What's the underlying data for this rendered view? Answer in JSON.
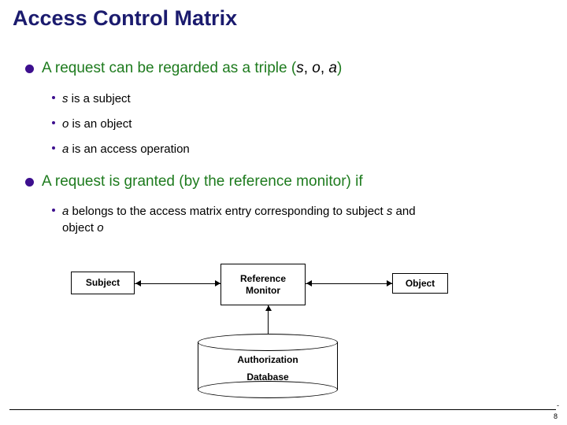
{
  "slide": {
    "title": "Access Control Matrix",
    "bullets": [
      {
        "level1_prefix": "A request can be regarded as a triple (",
        "level1_s": "s",
        "level1_sep1": ", ",
        "level1_o": "o",
        "level1_sep2": ", ",
        "level1_a": "a",
        "level1_suffix": ")",
        "subs": [
          {
            "var": "s",
            "rest": " is a subject"
          },
          {
            "var": "o",
            "rest": " is an object"
          },
          {
            "var": "a",
            "rest": " is an access operation"
          }
        ]
      },
      {
        "level1_text": "A request is granted (by the reference monitor) if",
        "sub_var": "a",
        "sub_rest_line1": " belongs to the access matrix entry corresponding to subject ",
        "sub_var2": "s",
        "sub_rest_line1_end": " and",
        "sub_line2_prefix": "object ",
        "sub_var3": "o"
      }
    ],
    "diagram": {
      "subject_label": "Subject",
      "reference_monitor_line1": "Reference",
      "reference_monitor_line2": "Monitor",
      "object_label": "Object",
      "database_line1": "Authorization",
      "database_line2": "Database"
    },
    "footer": {
      "page_number": "8",
      "dash": "-"
    }
  }
}
